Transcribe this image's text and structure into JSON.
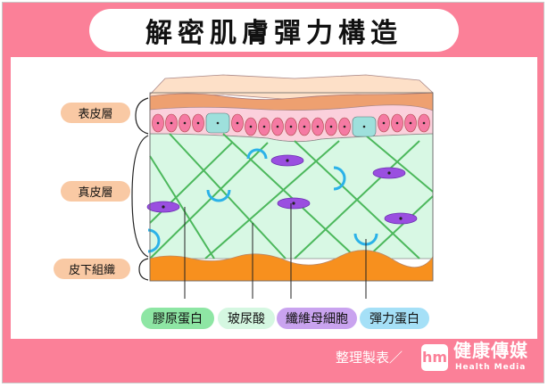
{
  "title": "解密肌膚彈力構造",
  "layers": {
    "epidermis": "表皮層",
    "dermis": "真皮層",
    "subcutis": "皮下組織"
  },
  "legend": [
    {
      "label": "膠原蛋白",
      "color": "#8ee6a4"
    },
    {
      "label": "玻尿酸",
      "color": "#d5f7e1"
    },
    {
      "label": "纖維母細胞",
      "color": "#c9a3ef"
    },
    {
      "label": "彈力蛋白",
      "color": "#a5e0f7"
    }
  ],
  "footer": {
    "credit": "整理製表／",
    "logo_mark": "hm",
    "brand": "健康傳媒",
    "brand_en": "Health Media"
  },
  "colors": {
    "background": "#fb8098",
    "collagen": "#4cb85c",
    "dermis": "#d8f8e4",
    "fibroblast": "#9a4fe0",
    "elastin": "#2bb2e8",
    "fat": "#f7901e"
  }
}
